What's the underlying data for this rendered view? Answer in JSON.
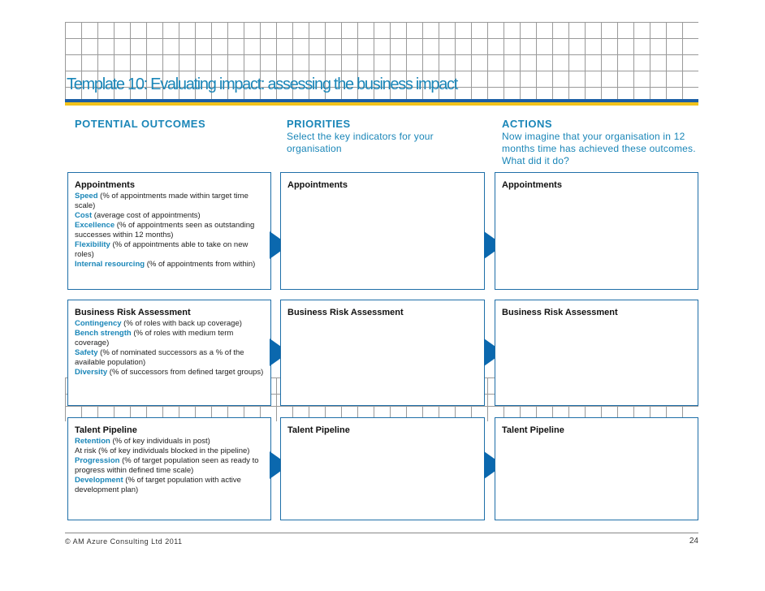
{
  "title": "Template 10: Evaluating impact: assessing the business impact",
  "headers": [
    {
      "title": "POTENTIAL OUTCOMES",
      "text": ""
    },
    {
      "title": "PRIORITIES",
      "text": "Select the key indicators for your organisation"
    },
    {
      "title": "ACTIONS",
      "text": "Now imagine that your organisation in 12 months time has achieved these outcomes. What did it do?"
    }
  ],
  "sections": [
    {
      "title": "Appointments",
      "metrics": [
        {
          "term": "Speed",
          "desc": " (% of appointments made within target time scale)"
        },
        {
          "term": "Cost",
          "desc": " (average cost of appointments)"
        },
        {
          "term": "Excellence",
          "desc": " (% of appointments seen as outstanding successes within 12 months)"
        },
        {
          "term": "Flexibility",
          "desc": " (% of appointments able to take on new roles)"
        },
        {
          "term": "Internal resourcing",
          "desc": " (% of appointments from within)"
        }
      ],
      "priorities_title": "Appointments",
      "actions_title": "Appointments"
    },
    {
      "title": "Business Risk Assessment",
      "metrics": [
        {
          "term": "Contingency",
          "desc": " (% of roles with back up coverage)"
        },
        {
          "term": "Bench strength",
          "desc": " (% of roles with medium term coverage)"
        },
        {
          "term": "Safety",
          "desc": " (% of nominated successors as a % of the available population)"
        },
        {
          "term": "Diversity",
          "desc": " (% of  successors from defined target groups)"
        }
      ],
      "priorities_title": "Business Risk Assessment",
      "actions_title": "Business Risk Assessment"
    },
    {
      "title": "Talent Pipeline",
      "metrics": [
        {
          "term": "Retention",
          "desc": " (% of key individuals in post)"
        },
        {
          "term": "",
          "desc": "At risk (% of key individuals blocked in the pipeline)"
        },
        {
          "term": "Progression",
          "desc": " (% of target population seen as ready to progress within defined time scale)"
        },
        {
          "term": "Development",
          "desc": " (% of target population with active development plan)"
        }
      ],
      "priorities_title": "Talent Pipeline",
      "actions_title": "Talent Pipeline"
    }
  ],
  "footer": {
    "copyright": "© AM Azure Consulting Ltd 2011",
    "page_number": "24"
  },
  "colors": {
    "accent": "#1a86b8",
    "box_border": "#1f6fa8",
    "arrow": "#0b68ae",
    "bar_blue": "#1d5fa6",
    "bar_yellow": "#f2c21a"
  }
}
